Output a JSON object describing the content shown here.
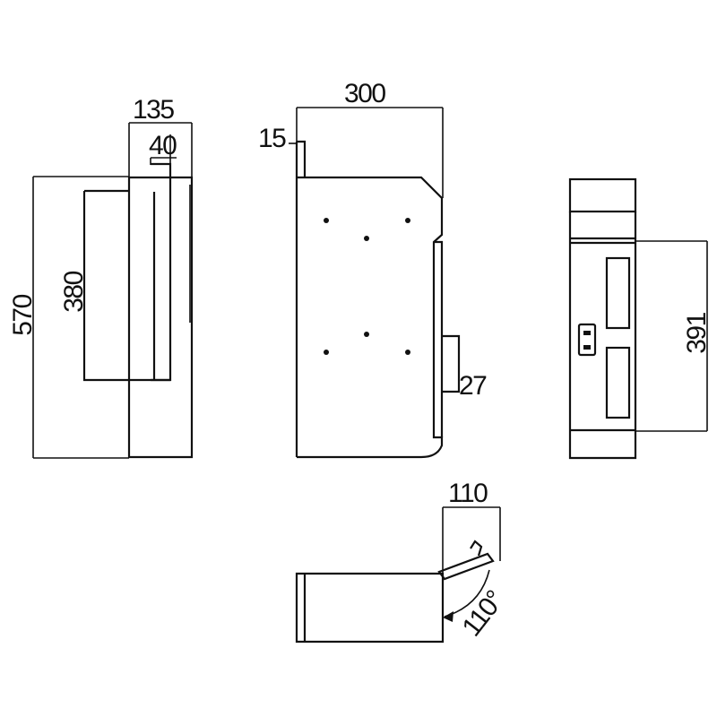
{
  "dimensions": {
    "side_depth": "135",
    "side_flap": "40",
    "total_height": "570",
    "inner_height": "380",
    "front_width": "300",
    "front_offset": "15",
    "handle_depth": "27",
    "back_opening_height": "391",
    "lid_depth": "110",
    "lid_angle": "110°"
  },
  "colors": {
    "line": "#111111",
    "background": "#ffffff"
  }
}
